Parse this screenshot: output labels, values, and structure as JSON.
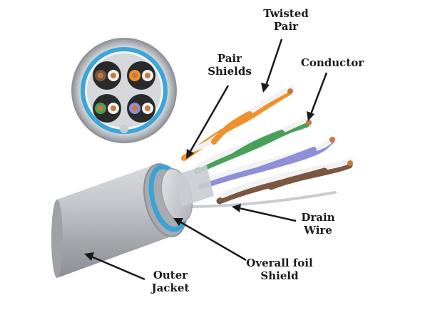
{
  "labels": {
    "twisted_pair": [
      "Twisted",
      "Pair"
    ],
    "pair_shields": [
      "Pair",
      "Shields"
    ],
    "conductor": [
      "Conductor"
    ],
    "drain_wire": [
      "Drain",
      "Wire"
    ],
    "overall_foil_shield": [
      "Overall foil",
      "Shield"
    ],
    "outer_jacket": [
      "Outer",
      "Jacket"
    ]
  },
  "colors": {
    "jacket": "#b9bcc0",
    "foil_shield": "#3aa3d6",
    "pair_shield": "#c9cdd2",
    "orange_pair": "#f0912c",
    "green_pair": "#4aa05a",
    "blue_pair": "#8e8fd8",
    "brown_pair": "#7b5640",
    "white_stripe": "#f2f2f2",
    "copper": "#c57a3e",
    "arrow": "#1a1a1a"
  },
  "icons": {
    "cross_section": "cable-cross-section-icon",
    "arrows": "pointer-arrow-icon"
  }
}
